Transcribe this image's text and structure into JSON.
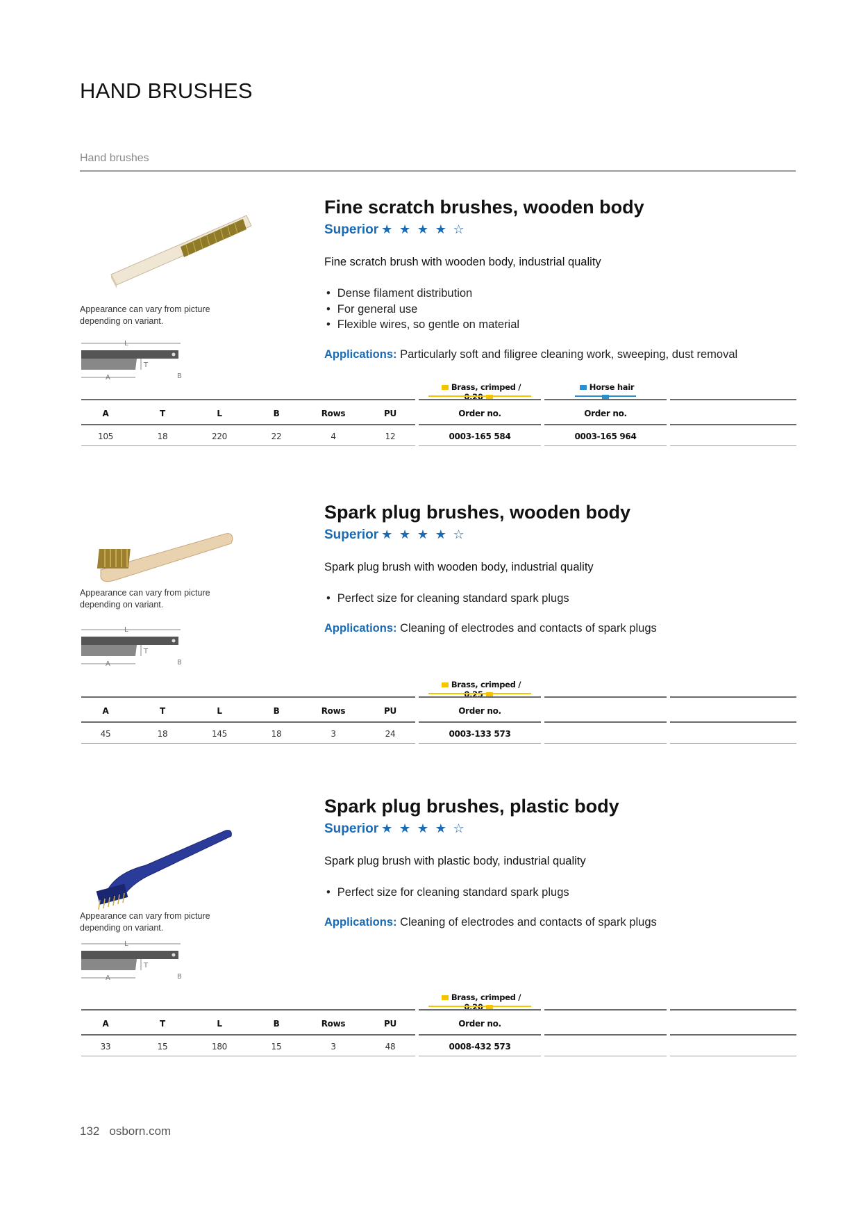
{
  "page_title": "HAND BRUSHES",
  "section_label": "Hand brushes",
  "stars": "★ ★ ★ ★ ☆",
  "colors": {
    "accent_blue": "#1a6bb3",
    "brass_yellow": "#f5c400",
    "horse_blue": "#2a8fd0"
  },
  "table_headers": [
    "A",
    "T",
    "L",
    "B",
    "Rows",
    "PU"
  ],
  "order_header": "Order no.",
  "dim_labels": {
    "l": "L",
    "t": "T",
    "a": "A",
    "b": "B"
  },
  "products": [
    {
      "name": "Fine scratch brushes, wooden body",
      "quality": "Superior",
      "description": "Fine scratch brush with wooden body, industrial quality",
      "bullets": [
        "Dense filament distribution",
        "For general use",
        "Flexible wires, so gentle on material"
      ],
      "applications_label": "Applications:",
      "applications": "Particularly soft and filigree cleaning work, sweeping, dust removal",
      "note": "Appearance can vary from picture depending on variant.",
      "variants": [
        "Brass, crimped / 0.20",
        "Horse hair"
      ],
      "row": [
        "105",
        "18",
        "220",
        "22",
        "4",
        "12"
      ],
      "orders": [
        "0003-165 584",
        "0003-165 964"
      ]
    },
    {
      "name": "Spark plug brushes, wooden body",
      "quality": "Superior",
      "description": "Spark plug brush with wooden body, industrial quality",
      "bullets": [
        "Perfect size for cleaning standard spark plugs"
      ],
      "applications_label": "Applications:",
      "applications": "Cleaning of electrodes and contacts of spark plugs",
      "note": "Appearance can vary from picture depending on variant.",
      "variants": [
        "Brass, crimped / 0.25"
      ],
      "row": [
        "45",
        "18",
        "145",
        "18",
        "3",
        "24"
      ],
      "orders": [
        "0003-133 573"
      ]
    },
    {
      "name": "Spark plug brushes, plastic body",
      "quality": "Superior",
      "description": "Spark plug brush with plastic body, industrial quality",
      "bullets": [
        "Perfect size for cleaning standard spark plugs"
      ],
      "applications_label": "Applications:",
      "applications": "Cleaning of electrodes and contacts of spark plugs",
      "note": "Appearance can vary from picture depending on variant.",
      "variants": [
        "Brass, crimped / 0.20"
      ],
      "row": [
        "33",
        "15",
        "180",
        "15",
        "3",
        "48"
      ],
      "orders": [
        "0008-432 573"
      ]
    }
  ],
  "footer": {
    "page_number": "132",
    "site": "osborn.com"
  }
}
